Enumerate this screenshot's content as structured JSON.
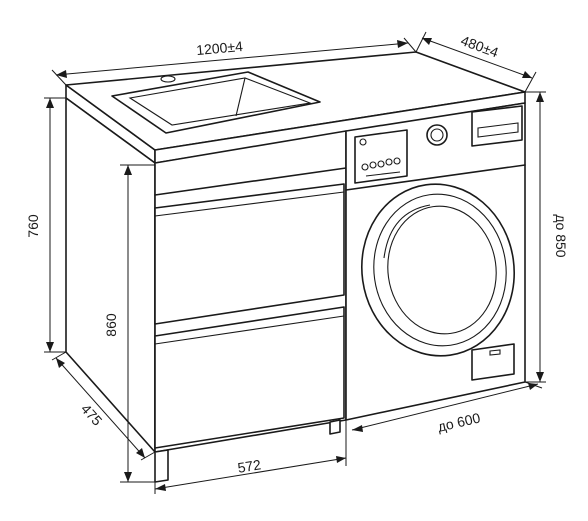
{
  "dimensions": {
    "width_top": "1200±4",
    "depth_top": "480±4",
    "height_cabinet": "760",
    "height_total": "860",
    "depth_side": "475",
    "width_cabinet": "572",
    "washer_width": "до 600",
    "washer_height": "до 850"
  },
  "colors": {
    "line": "#1a1a1a",
    "background": "#ffffff"
  }
}
